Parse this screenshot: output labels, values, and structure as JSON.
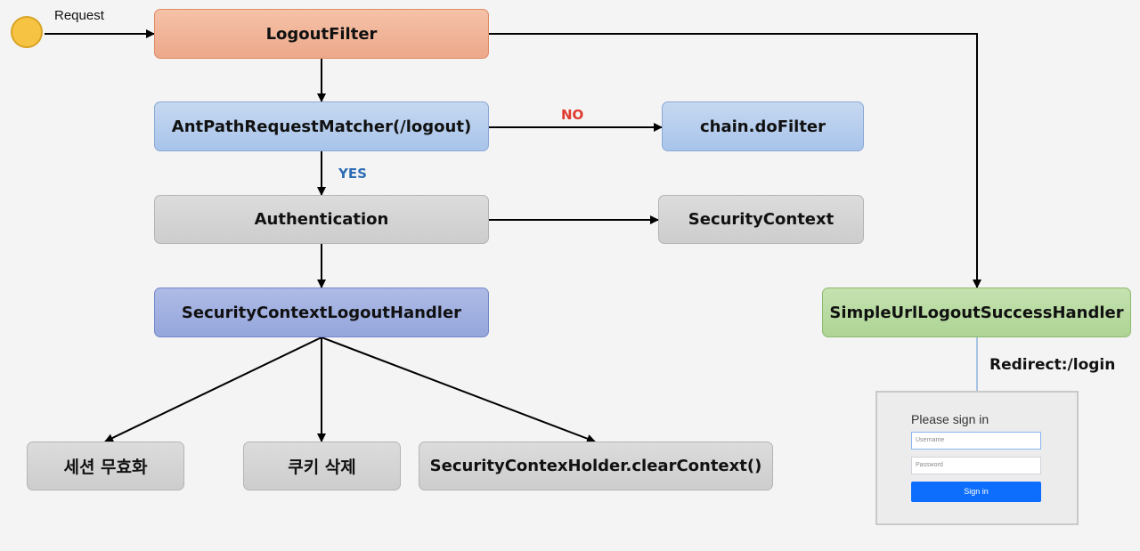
{
  "start": {
    "label": "Request"
  },
  "nodes": {
    "logout_filter": "LogoutFilter",
    "ant_path_matcher": "AntPathRequestMatcher(/logout)",
    "chain_do_filter": "chain.doFilter",
    "authentication": "Authentication",
    "security_context": "SecurityContext",
    "security_context_logout_handler": "SecurityContextLogoutHandler",
    "simple_url_logout_success_handler": "SimpleUrlLogoutSuccessHandler",
    "session_invalidate": "세션 무효화",
    "cookie_delete": "쿠키 삭제",
    "clear_context": "SecurityContexHolder.clearContext()"
  },
  "edge_labels": {
    "no": "NO",
    "yes": "YES",
    "redirect": "Redirect:/login"
  },
  "login_form": {
    "title": "Please sign in",
    "username_placeholder": "Username",
    "password_placeholder": "Password",
    "button": "Sign in"
  },
  "colors": {
    "no_label": "#e03a2e",
    "yes_label": "#2e6db5",
    "arrow": "#000000",
    "redirect_line": "#8fb3d9"
  }
}
